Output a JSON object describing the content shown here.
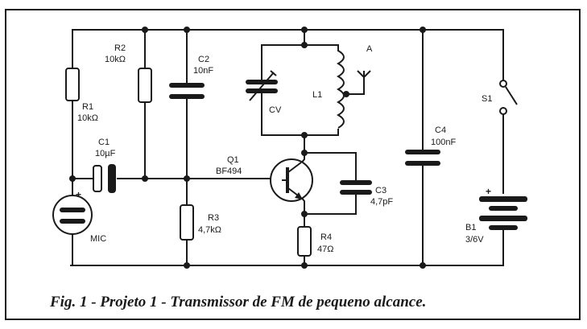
{
  "caption": "Fig. 1 - Projeto 1 - Transmissor de FM de pequeno alcance.",
  "components": {
    "r1": {
      "ref": "R1",
      "value": "10kΩ"
    },
    "r2": {
      "ref": "R2",
      "value": "10kΩ"
    },
    "c1": {
      "ref": "C1",
      "value": "10µF"
    },
    "c2": {
      "ref": "C2",
      "value": "10nF"
    },
    "r3": {
      "ref": "R3",
      "value": "4,7kΩ"
    },
    "q1": {
      "ref": "Q1",
      "value": "BF494"
    },
    "cv": {
      "ref": "CV"
    },
    "l1": {
      "ref": "L1"
    },
    "antenna": {
      "ref": "A"
    },
    "c3": {
      "ref": "C3",
      "value": "4,7pF"
    },
    "r4": {
      "ref": "R4",
      "value": "47Ω"
    },
    "c4": {
      "ref": "C4",
      "value": "100nF"
    },
    "s1": {
      "ref": "S1"
    },
    "b1": {
      "ref": "B1",
      "value": "3/6V"
    },
    "mic": {
      "ref": "MIC",
      "polarity": "+"
    },
    "battery": {
      "polarity": "+"
    }
  },
  "colors": {
    "ink": "#1a1a1a",
    "paper": "#ffffff"
  }
}
